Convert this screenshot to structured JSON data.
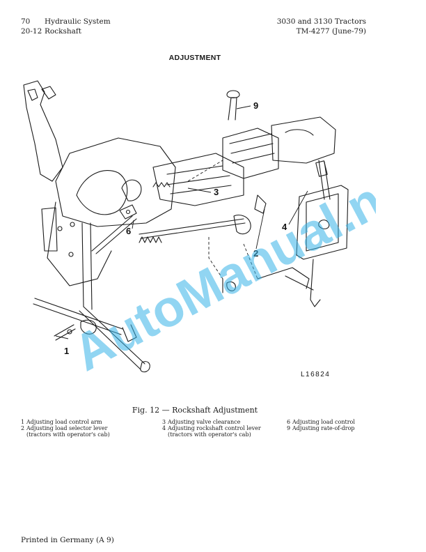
{
  "header": {
    "left_line1_num": "70",
    "left_line1_text": "Hydraulic System",
    "left_line2_num": "20-12",
    "left_line2_text": "Rockshaft",
    "right_line1": "3030 and 3130 Tractors",
    "right_line2": "TM-4277 (June-79)"
  },
  "section_title": "ADJUSTMENT",
  "figure": {
    "callouts": [
      "9",
      "3",
      "6",
      "2",
      "4",
      "1"
    ],
    "reference": "L16824",
    "watermark": "AutoManual.net"
  },
  "caption": "Fig. 12 — Rockshaft Adjustment",
  "legend": {
    "col1": [
      {
        "num": "1",
        "text": "Adjusting load control arm"
      },
      {
        "num": "2",
        "text": "Adjusting load selector lever",
        "cont": "(tractors with operator's cab)"
      }
    ],
    "col2": [
      {
        "num": "3",
        "text": "Adjusting valve clearance"
      },
      {
        "num": "4",
        "text": "Adjusting rockshaft control lever",
        "cont": "(tractors with operator's cab)"
      }
    ],
    "col3": [
      {
        "num": "6",
        "text": "Adjusting load control"
      },
      {
        "num": "9",
        "text": "Adjusting rate-of-drop"
      }
    ]
  },
  "footer": "Printed in Germany (A 9)"
}
